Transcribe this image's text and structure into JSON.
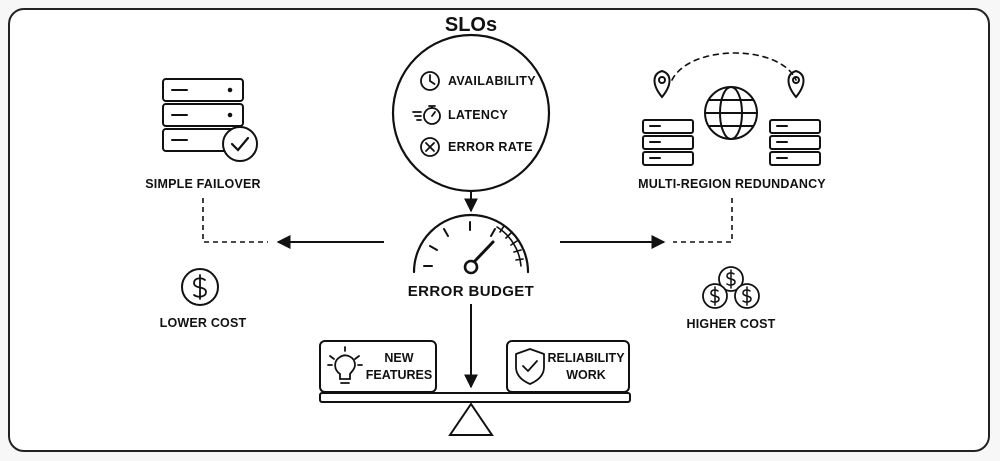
{
  "slos": {
    "title": "SLOs",
    "items": [
      {
        "label": "AVAILABILITY",
        "icon": "clock-icon"
      },
      {
        "label": "LATENCY",
        "icon": "stopwatch-icon"
      },
      {
        "label": "ERROR RATE",
        "icon": "x-circle-icon"
      }
    ]
  },
  "left": {
    "caption": "SIMPLE FAILOVER",
    "cost_label": "LOWER COST",
    "icon": "server-check-icon",
    "cost_icon": "dollar-icon"
  },
  "right": {
    "caption": "MULTI-REGION REDUNDANCY",
    "cost_label": "HIGHER COST",
    "icon": "multi-region-icon",
    "cost_icon": "coins-icon"
  },
  "center": {
    "label": "ERROR BUDGET",
    "icon": "gauge-icon"
  },
  "balance": {
    "left_box": {
      "line1": "NEW",
      "line2": "FEATURES",
      "icon": "lightbulb-icon"
    },
    "right_box": {
      "line1": "RELIABILITY",
      "line2": "WORK",
      "icon": "shield-check-icon"
    }
  }
}
